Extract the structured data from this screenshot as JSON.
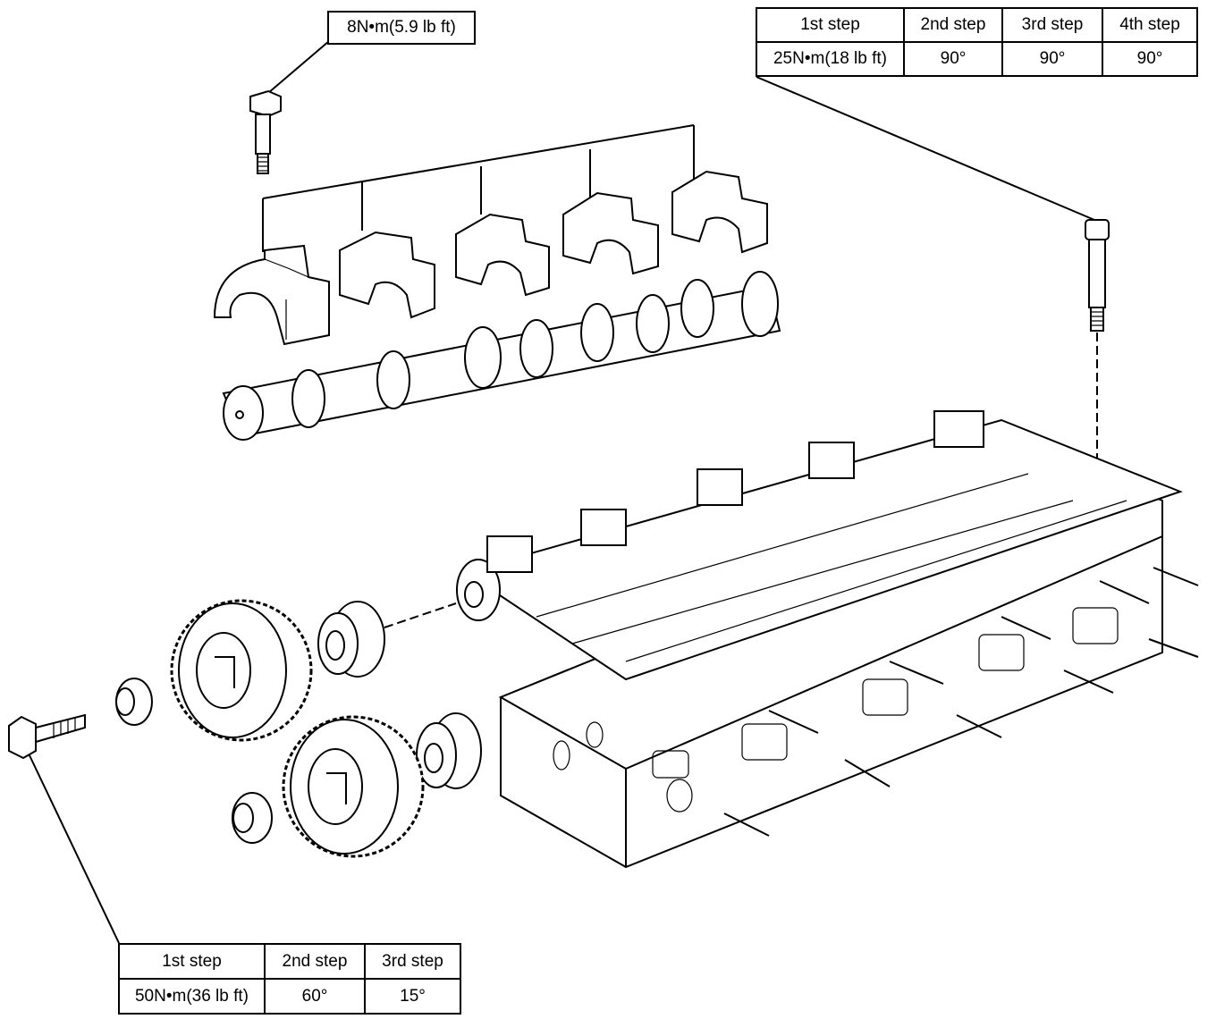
{
  "callouts": {
    "cam_cap_bolt": {
      "torque": "8N•m(5.9 lb ft)"
    },
    "head_bolt": {
      "headers": [
        "1st step",
        "2nd step",
        "3rd step",
        "4th step"
      ],
      "values": [
        "25N•m(18 lb ft)",
        "90°",
        "90°",
        "90°"
      ]
    },
    "sprocket_bolt": {
      "headers": [
        "1st step",
        "2nd step",
        "3rd step"
      ],
      "values": [
        "50N•m(36 lb ft)",
        "60°",
        "15°"
      ]
    }
  }
}
